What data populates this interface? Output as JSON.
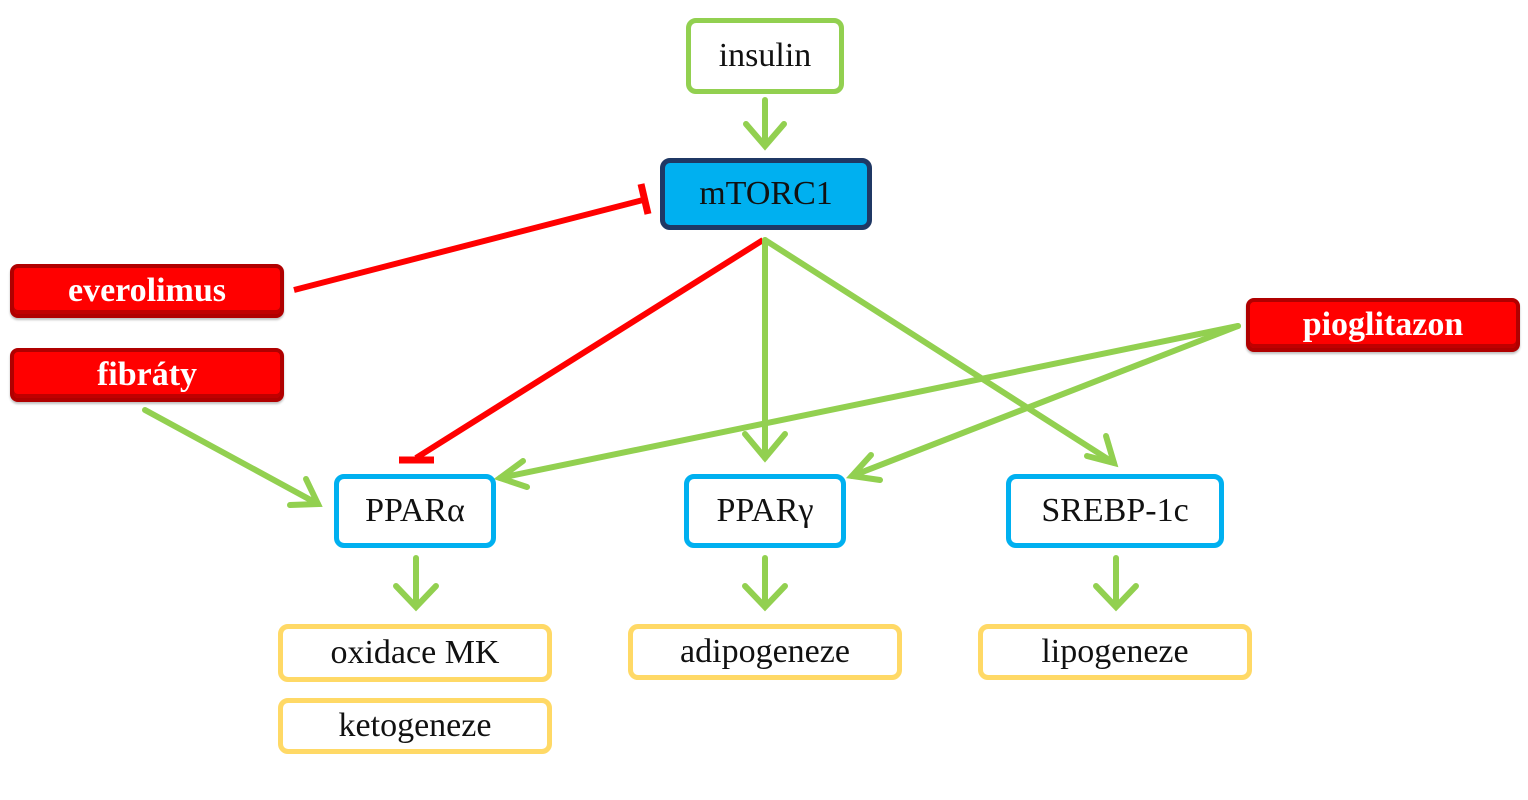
{
  "colors": {
    "activation": "#92d050",
    "inhibition": "#ff0000",
    "drug_fill": "#ff0000",
    "receptor_border": "#00b0f0",
    "process_border": "#ffd966",
    "mtorc1_fill": "#00b0f0",
    "mtorc1_border": "#1f3864"
  },
  "nodes": {
    "insulin": "insulin",
    "mtorc1": "mTORC1",
    "everolimus": "everolimus",
    "fibraty": "fibráty",
    "pioglitazon": "pioglitazon",
    "ppar_alpha": "PPARα",
    "ppar_gamma": "PPARγ",
    "srebp1c": "SREBP-1c",
    "oxidace_mk": "oxidace MK",
    "ketogeneze": "ketogeneze",
    "adipogeneze": "adipogeneze",
    "lipogeneze": "lipogeneze"
  },
  "edges": [
    {
      "from": "insulin",
      "to": "mtorc1",
      "type": "activation"
    },
    {
      "from": "everolimus",
      "to": "mtorc1",
      "type": "inhibition"
    },
    {
      "from": "mtorc1",
      "to": "ppar_alpha",
      "type": "inhibition"
    },
    {
      "from": "mtorc1",
      "to": "ppar_gamma",
      "type": "activation"
    },
    {
      "from": "mtorc1",
      "to": "srebp1c",
      "type": "activation"
    },
    {
      "from": "fibraty",
      "to": "ppar_alpha",
      "type": "activation"
    },
    {
      "from": "pioglitazon",
      "to": "ppar_alpha",
      "type": "activation"
    },
    {
      "from": "pioglitazon",
      "to": "ppar_gamma",
      "type": "activation"
    },
    {
      "from": "ppar_alpha",
      "to": "oxidace_mk",
      "type": "activation"
    },
    {
      "from": "ppar_gamma",
      "to": "adipogeneze",
      "type": "activation"
    },
    {
      "from": "srebp1c",
      "to": "lipogeneze",
      "type": "activation"
    }
  ]
}
